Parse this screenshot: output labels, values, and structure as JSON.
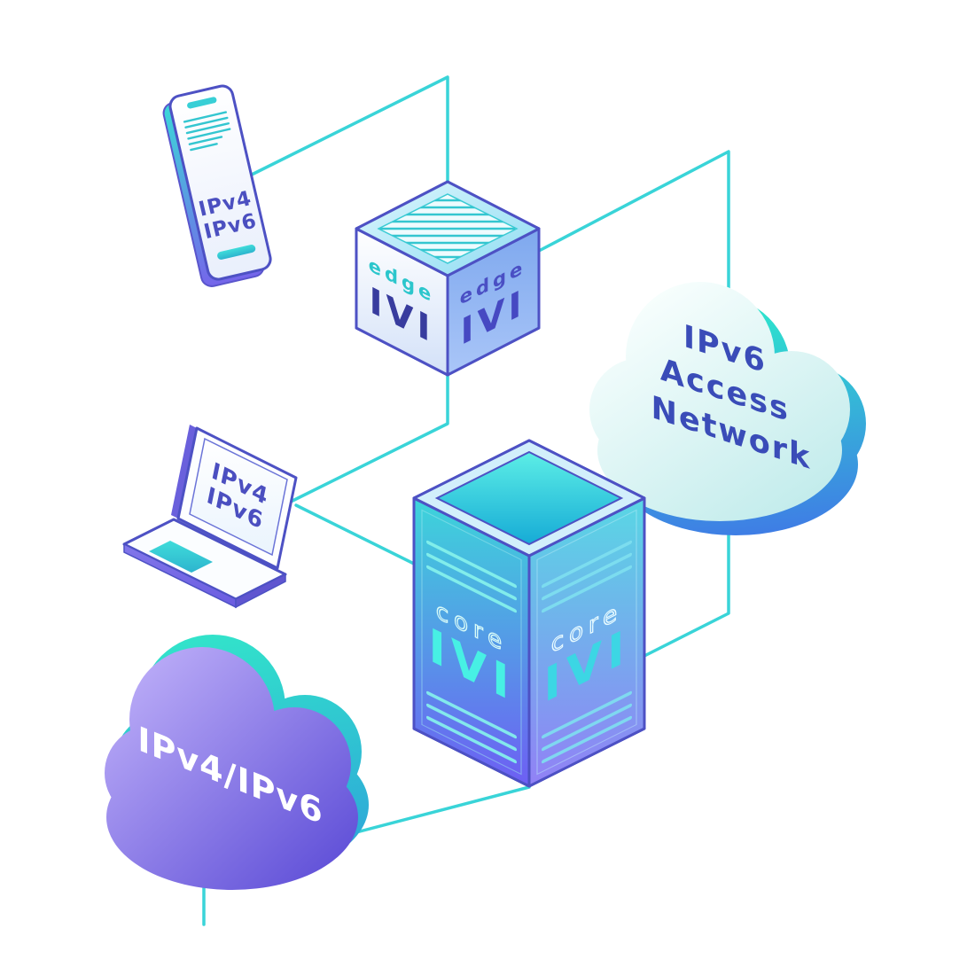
{
  "diagram": {
    "phone": {
      "line1": "IPv4",
      "line2": "IPv6"
    },
    "laptop": {
      "line1": "IPv4",
      "line2": "IPv6"
    },
    "edge_router": {
      "left": {
        "label": "edge",
        "device": "IVI"
      },
      "right": {
        "label": "edge",
        "device": "IVI"
      }
    },
    "core_router": {
      "left": {
        "label": "core",
        "device": "IVI"
      },
      "right": {
        "label": "core",
        "device": "IVI"
      }
    },
    "access_cloud": {
      "line1": "IPv6",
      "line2": "Access",
      "line3": "Network"
    },
    "dual_stack_cloud": {
      "label": "IPv4/IPv6"
    },
    "colors": {
      "connector": "#39d4d8",
      "outline_indigo": "#4d51c4",
      "teal_accent": "#38cfd6",
      "device_label_indigo": "#4b4fc0",
      "cube_ivi_left": "#383c9e",
      "cube_ivi_right": "#4649c2",
      "core_ivi_teal": "#47f0e4",
      "access_cloud_front_top": "#f7fefd",
      "access_cloud_front_bottom": "#bdeaea",
      "access_cloud_back_teal": "#2de4cd",
      "access_cloud_back_blue": "#4170e8",
      "access_cloud_text": "#3a4cb8",
      "dual_cloud_front_top": "#b7a8f6",
      "dual_cloud_front_bottom": "#5b4bd6",
      "dual_cloud_back_teal": "#32e4ca",
      "dual_cloud_text": "#ffffff",
      "core_face_top_teal": "#3cd6da",
      "core_face_bottom_purple": "#6e5df4"
    }
  }
}
